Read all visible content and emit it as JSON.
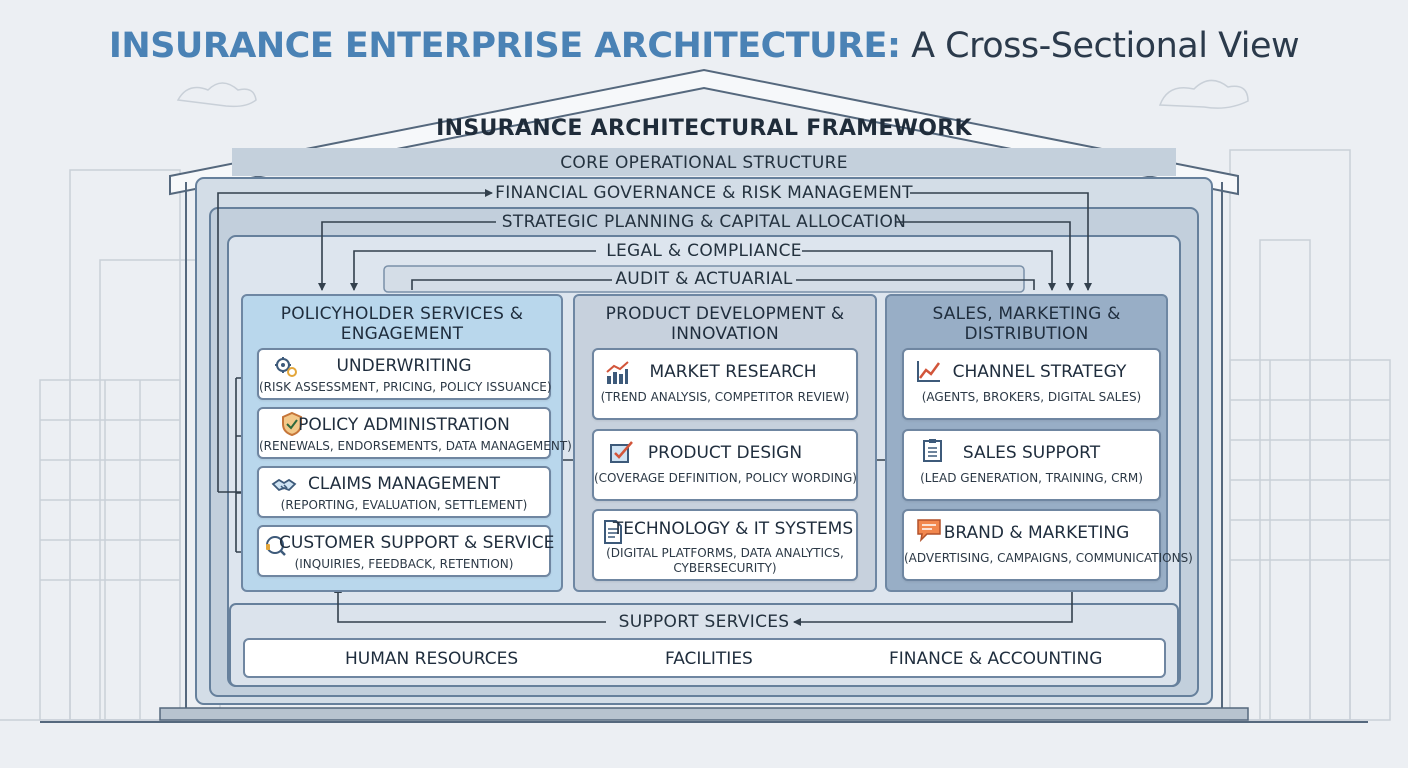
{
  "title": {
    "main": "INSURANCE ENTERPRISE ARCHITECTURE:",
    "rest": "A Cross-Sectional View"
  },
  "framework": {
    "label": "INSURANCE ARCHITECTURAL FRAMEWORK",
    "bands": [
      "CORE OPERATIONAL STRUCTURE",
      "FINANCIAL GOVERNANCE & RISK MANAGEMENT",
      "STRATEGIC PLANNING & CAPITAL ALLOCATION",
      "LEGAL & COMPLIANCE",
      "AUDIT & ACTUARIAL"
    ]
  },
  "columns": [
    {
      "title": "POLICYHOLDER SERVICES & ENGAGEMENT",
      "cards": [
        {
          "title": "UNDERWRITING",
          "sub": "(RISK ASSESSMENT, PRICING, POLICY ISSUANCE)",
          "icon": "gears-icon"
        },
        {
          "title": "POLICY ADMINISTRATION",
          "sub": "(RENEWALS, ENDORSEMENTS, DATA MANAGEMENT)",
          "icon": "shield-check-icon"
        },
        {
          "title": "CLAIMS MANAGEMENT",
          "sub": "(REPORTING, EVALUATION, SETTLEMENT)",
          "icon": "handshake-icon"
        },
        {
          "title": "CUSTOMER SUPPORT & SERVICE",
          "sub": "(INQUIRIES, FEEDBACK, RETENTION)",
          "icon": "headset-icon"
        }
      ]
    },
    {
      "title": "PRODUCT DEVELOPMENT & INNOVATION",
      "cards": [
        {
          "title": "MARKET RESEARCH",
          "sub": "(TREND ANALYSIS, COMPETITOR REVIEW)",
          "icon": "bar-chart-icon"
        },
        {
          "title": "PRODUCT DESIGN",
          "sub": "(COVERAGE DEFINITION, POLICY WORDING)",
          "icon": "checkbox-icon"
        },
        {
          "title": "TECHNOLOGY & IT SYSTEMS",
          "sub": "(DIGITAL PLATFORMS, DATA ANALYTICS,",
          "sub2": "CYBERSECURITY)",
          "icon": "document-icon"
        }
      ]
    },
    {
      "title": "SALES, MARKETING & DISTRIBUTION",
      "cards": [
        {
          "title": "CHANNEL STRATEGY",
          "sub": "(AGENTS, BROKERS, DIGITAL SALES)",
          "icon": "trend-line-icon"
        },
        {
          "title": "SALES SUPPORT",
          "sub": "(LEAD GENERATION, TRAINING, CRM)",
          "icon": "clipboard-icon"
        },
        {
          "title": "BRAND & MARKETING",
          "sub": "(ADVERTISING, CAMPAIGNS, COMMUNICATIONS)",
          "icon": "speech-bubble-icon"
        }
      ]
    }
  ],
  "support": {
    "label": "SUPPORT SERVICES",
    "items": [
      "HUMAN RESOURCES",
      "FACILITIES",
      "FINANCE & ACCOUNTING"
    ]
  },
  "colors": {
    "title_accent": "#4a82b5",
    "col1_bg": "#b9d7ec",
    "col2_bg": "#c7d1dd",
    "col3_bg": "#98aec6",
    "outline": "#6e87a3"
  }
}
